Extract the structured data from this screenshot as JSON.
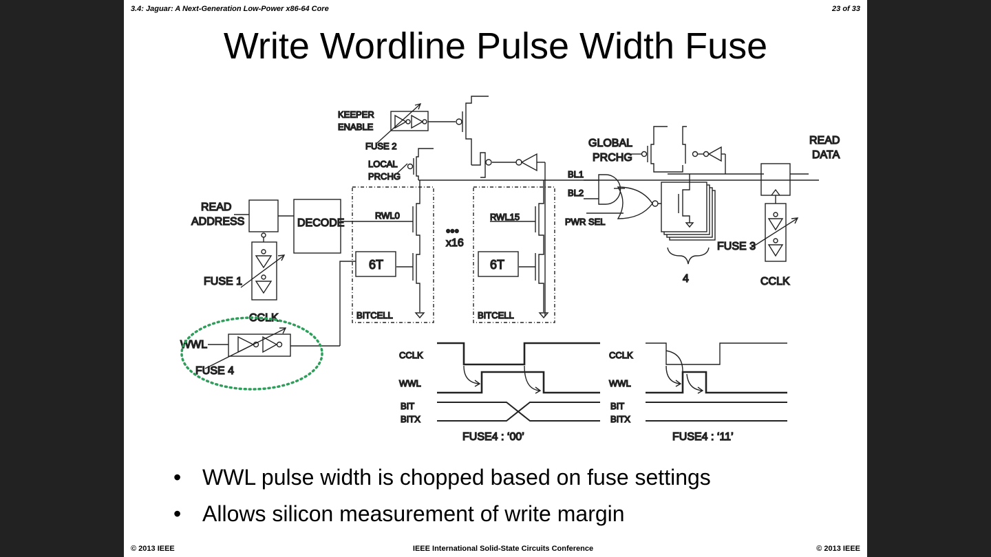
{
  "header": {
    "left": "3.4: Jaguar: A Next-Generation Low-Power x86-64 Core",
    "right": "23 of 33"
  },
  "title": "Write Wordline Pulse Width Fuse",
  "diagram": {
    "keeper_enable_1": "KEEPER",
    "keeper_enable_2": "ENABLE",
    "fuse2": "FUSE 2",
    "local_prchg_1": "LOCAL",
    "local_prchg_2": "PRCHG",
    "global_prchg_1": "GLOBAL",
    "global_prchg_2": "PRCHG",
    "read_data_1": "READ",
    "read_data_2": "DATA",
    "bl1": "BL1",
    "bl2": "BL2",
    "pwr_sel": "PWR SEL",
    "read_address_1": "READ",
    "read_address_2": "ADDRESS",
    "decode": "DECODE",
    "rwl0": "RWL0",
    "rwl15": "RWL15",
    "dots": "•••",
    "x16": "x16",
    "sixt": "6T",
    "bitcell": "BITCELL",
    "fuse1": "FUSE 1",
    "cclk": "CCLK",
    "wwl": "WWL",
    "fuse4": "FUSE 4",
    "fuse3": "FUSE 3",
    "four": "4",
    "timing": {
      "cclk": "CCLK",
      "wwl": "WWL",
      "bit": "BIT",
      "bitx": "BITX",
      "caption_left": "FUSE4 : ‘00’",
      "caption_right": "FUSE4 : ‘11’"
    },
    "colors": {
      "highlight": "#2e9e5b"
    }
  },
  "bullets": [
    "WWL pulse width is chopped based on fuse settings",
    "Allows silicon measurement of write margin"
  ],
  "bullet_glyph": "•",
  "footer": {
    "left": "© 2013 IEEE",
    "center": "IEEE International Solid-State Circuits Conference",
    "right": "© 2013 IEEE"
  }
}
